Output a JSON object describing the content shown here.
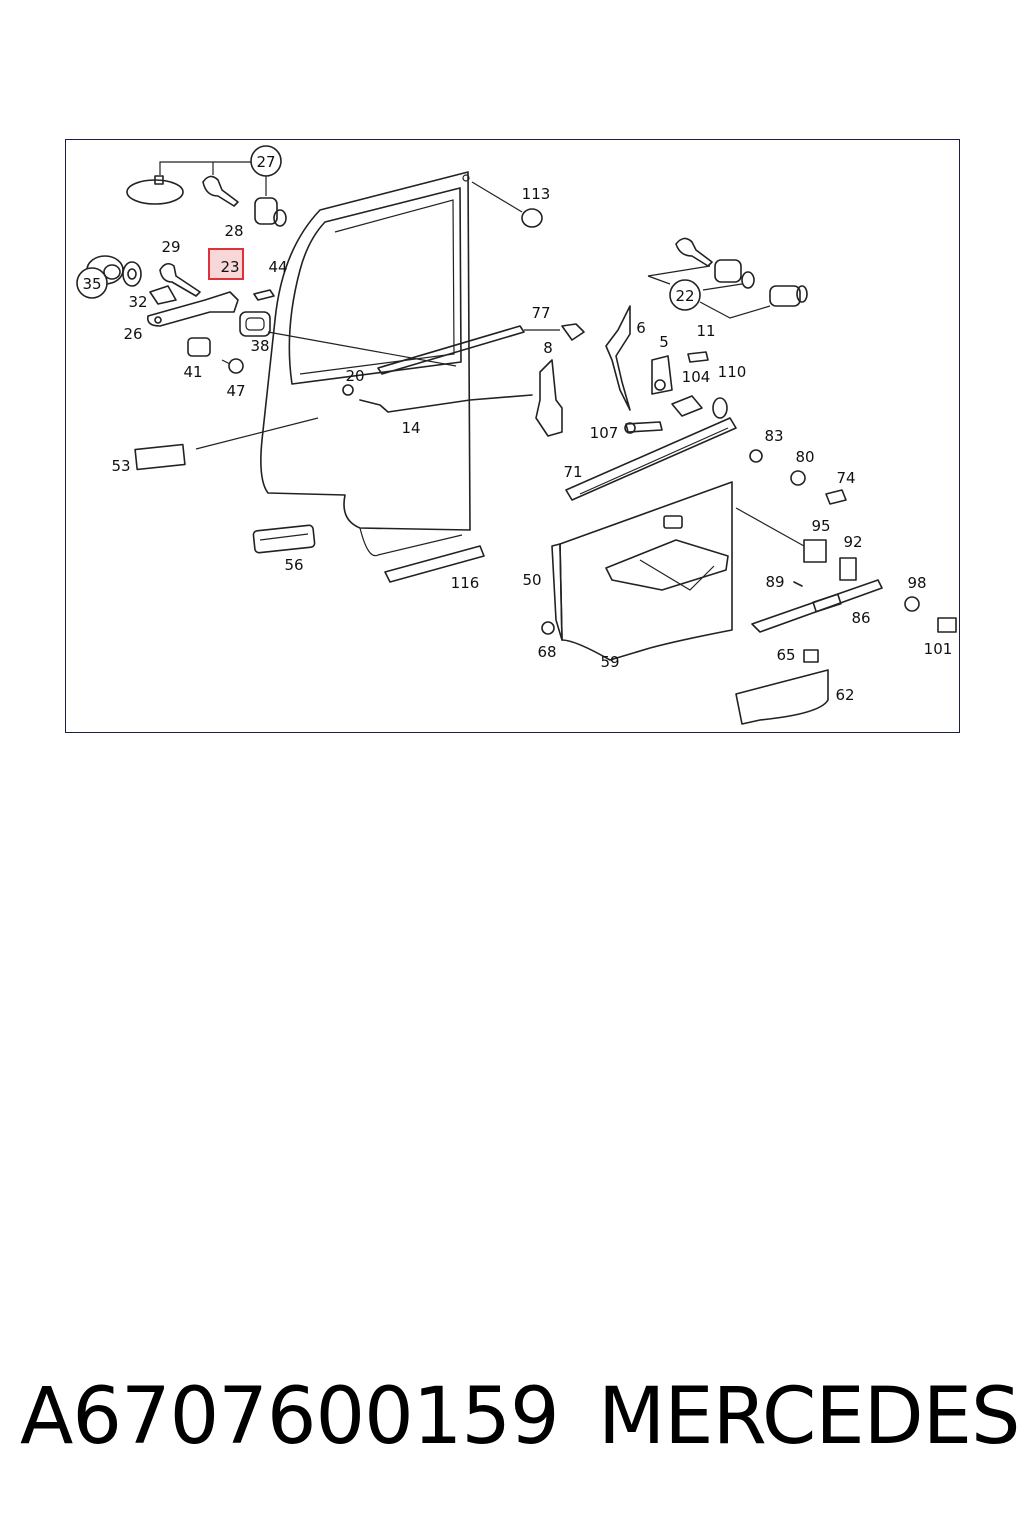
{
  "diagram": {
    "labels": [
      "27",
      "113",
      "28",
      "29",
      "23",
      "44",
      "35",
      "32",
      "26",
      "38",
      "41",
      "47",
      "53",
      "77",
      "8",
      "20",
      "14",
      "56",
      "116",
      "22",
      "6",
      "5",
      "11",
      "104",
      "110",
      "107",
      "83",
      "80",
      "74",
      "71",
      "95",
      "92",
      "50",
      "89",
      "98",
      "86",
      "68",
      "59",
      "65",
      "101",
      "62"
    ],
    "circled": [
      "27",
      "35",
      "22"
    ],
    "highlighted": "23",
    "highlight_color": "#e0303c"
  },
  "footer": {
    "part_number": "A6707600159",
    "brand": "MERCEDES"
  }
}
